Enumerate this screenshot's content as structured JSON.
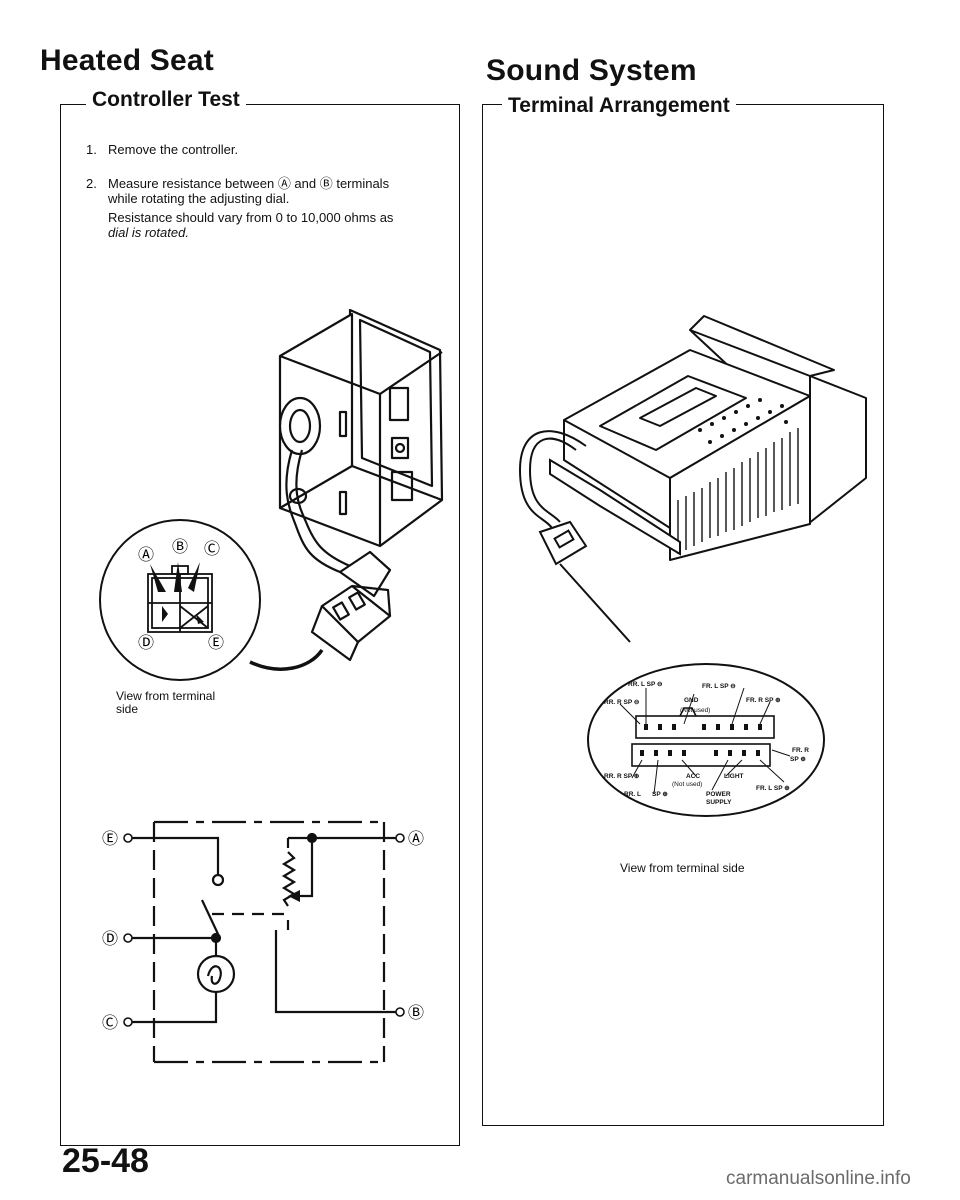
{
  "left": {
    "section_title": "Heated Seat",
    "subsection_title": "Controller Test",
    "steps": [
      {
        "num": "1.",
        "text": "Remove the controller."
      },
      {
        "num": "2.",
        "text": "Measure resistance between Ⓐ and Ⓑ terminals"
      },
      {
        "num": "",
        "text": "while rotating the adjusting dial."
      },
      {
        "num": "",
        "text": "Resistance should vary from 0 to 10,000 ohms as"
      },
      {
        "num": "",
        "text": "dial is rotated."
      }
    ],
    "terminal_labels": {
      "a": "Ⓐ",
      "b": "Ⓑ",
      "c": "Ⓒ",
      "d": "Ⓓ",
      "e": "Ⓔ"
    },
    "view_caption_line1": "View from terminal",
    "view_caption_line2": "side"
  },
  "right": {
    "section_title": "Sound System",
    "subsection_title": "Terminal Arrangement",
    "connector_labels": {
      "rr_l_sp_minus": "RR. L SP ⊖",
      "fr_l_sp_minus": "FR. L SP ⊖",
      "rr_r_sp_minus": "RR. R SP ⊖",
      "gnd": "GND",
      "fr_r_sp_plus_top": "FR. R SP ⊕",
      "not_used_top": "(Not used)",
      "fr_r": "FR. R",
      "sp_plus": "SP ⊕",
      "rr_r_sp_plus": "RR. R SP ⊕",
      "acc": "ACC",
      "light": "LIGHT",
      "not_used_bottom": "(Not used)",
      "fr_l_sp_plus": "FR. L SP ⊕",
      "rr_l": "RR. L",
      "sp_plus_bottom": "SP ⊕",
      "power": "POWER",
      "supply": "SUPPLY"
    },
    "view_caption": "View from terminal side"
  },
  "page_number": "25-48",
  "footer": "carmanualsonline.info"
}
